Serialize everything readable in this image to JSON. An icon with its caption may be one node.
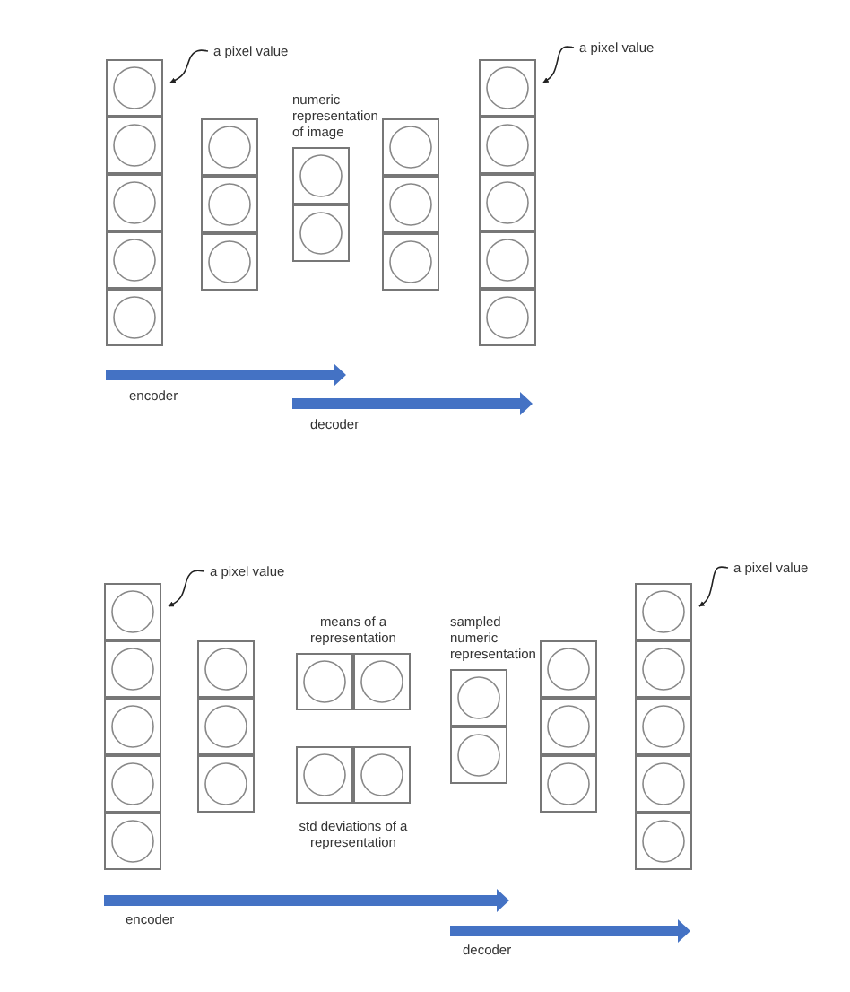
{
  "diagram": {
    "nodes": [
      {
        "text": [
          "a pixel value"
        ]
      },
      {
        "text": [],
        "shape": "box"
      },
      {
        "text": [],
        "shape": "box"
      },
      {
        "text": [
          "numeric representation of image"
        ]
      },
      {
        "text": [],
        "shape": "box"
      },
      {
        "text": [
          "a pixel value"
        ]
      },
      {
        "text": [],
        "shape": "box"
      },
      {
        "text": [
          "a pixel value"
        ]
      },
      {
        "text": [],
        "shape": "box"
      },
      {
        "text": [],
        "shape": "box"
      },
      {
        "text": [
          "means of a representation"
        ]
      },
      {
        "text": [
          "std deviations of a representation"
        ]
      },
      {
        "text": [
          "sampled numeric representation"
        ]
      },
      {
        "text": [],
        "shape": "box"
      },
      {
        "text": [
          "a pixel value"
        ]
      },
      {
        "text": [],
        "shape": "box"
      }
    ],
    "edges": [
      {
        "from": 0,
        "to": 1,
        "arrow": "to"
      },
      {
        "from": 5,
        "to": 6,
        "arrow": "to"
      },
      {
        "from": 7,
        "to": 8,
        "arrow": "to"
      },
      {
        "from": 14,
        "to": 15,
        "arrow": "to"
      }
    ],
    "labels": [
      "encoder",
      "decoder",
      "encoder",
      "decoder"
    ]
  }
}
